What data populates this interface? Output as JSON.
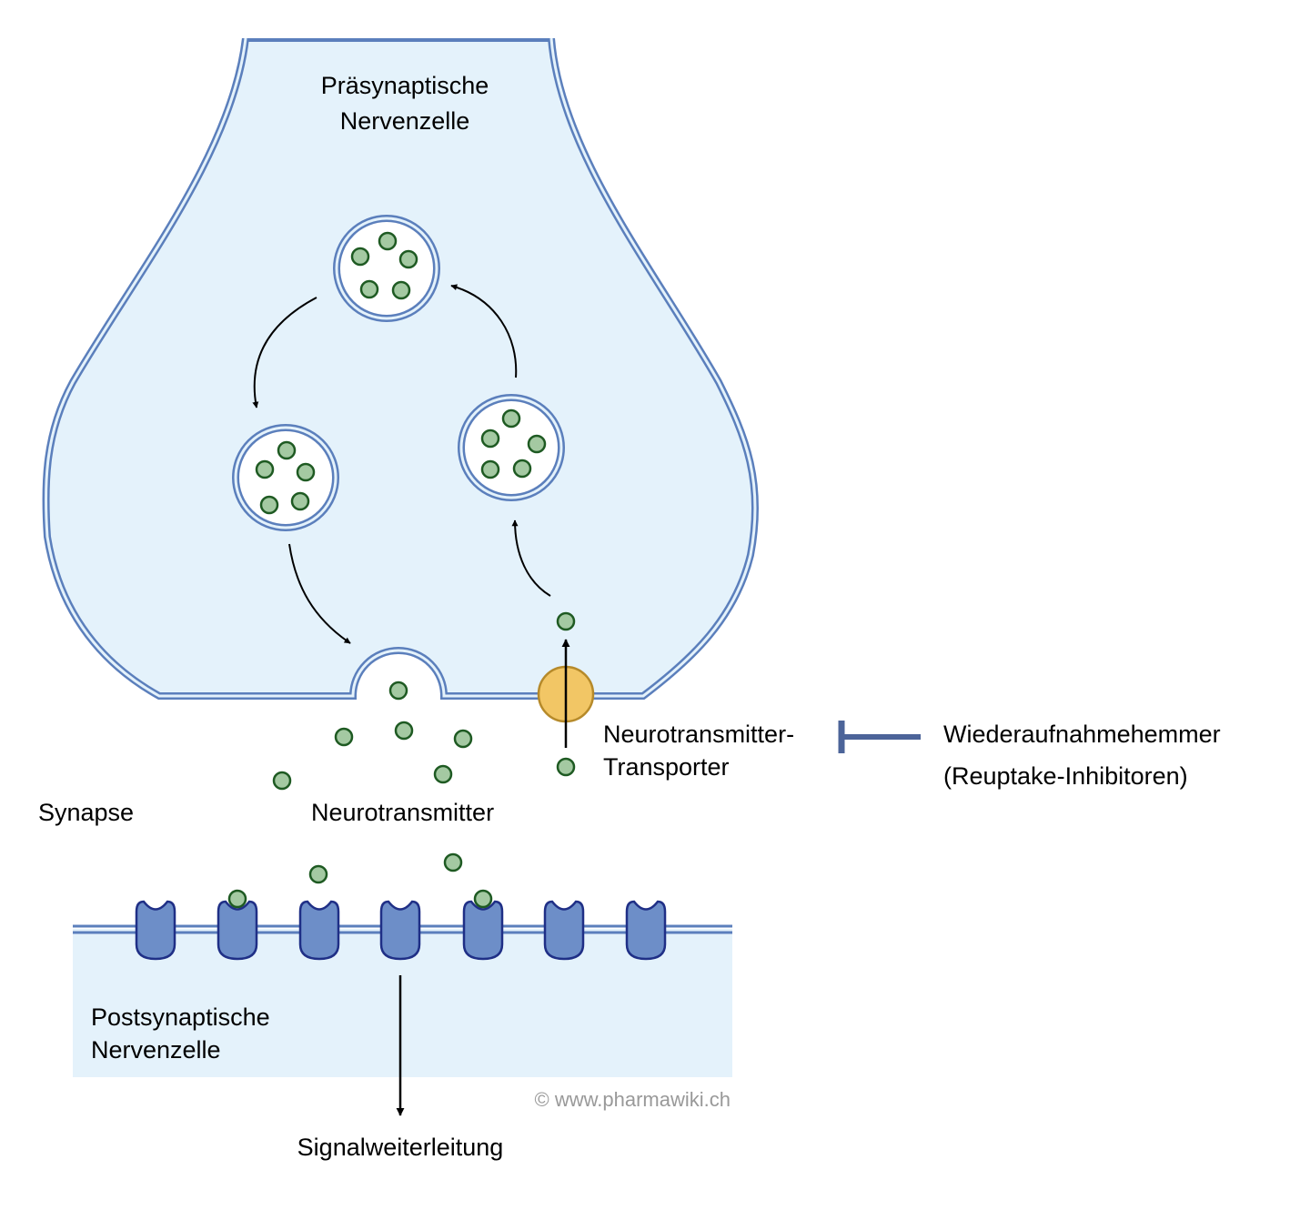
{
  "labels": {
    "presynaptic_line1": "Präsynaptische",
    "presynaptic_line2": "Nervenzelle",
    "synapse": "Synapse",
    "neurotransmitter": "Neurotransmitter",
    "transporter_line1": "Neurotransmitter-",
    "transporter_line2": "Transporter",
    "inhibitor_line1": "Wiederaufnahmehemmer",
    "inhibitor_line2": "(Reuptake-Inhibitoren)",
    "postsynaptic_line1": "Postsynaptische",
    "postsynaptic_line2": "Nervenzelle",
    "signal": "Signalweiterleitung",
    "copyright": "© www.pharmawiki.ch"
  },
  "colors": {
    "cell_fill": "#e4f2fb",
    "membrane": "#5b7fbc",
    "neurotransmitter_fill": "#a4c9a2",
    "neurotransmitter_stroke": "#1e5a22",
    "receptor_fill": "#6d8ec8",
    "receptor_stroke": "#1f2f86",
    "transporter_fill": "#f2c665",
    "transporter_stroke": "#b68a2a",
    "inhibitor": "#4c6499",
    "copyright": "#999999"
  },
  "counts": {
    "vesicles": 3,
    "neurotransmitters_per_vesicle": 5,
    "receptors": 7,
    "bound_receptors": 2
  }
}
